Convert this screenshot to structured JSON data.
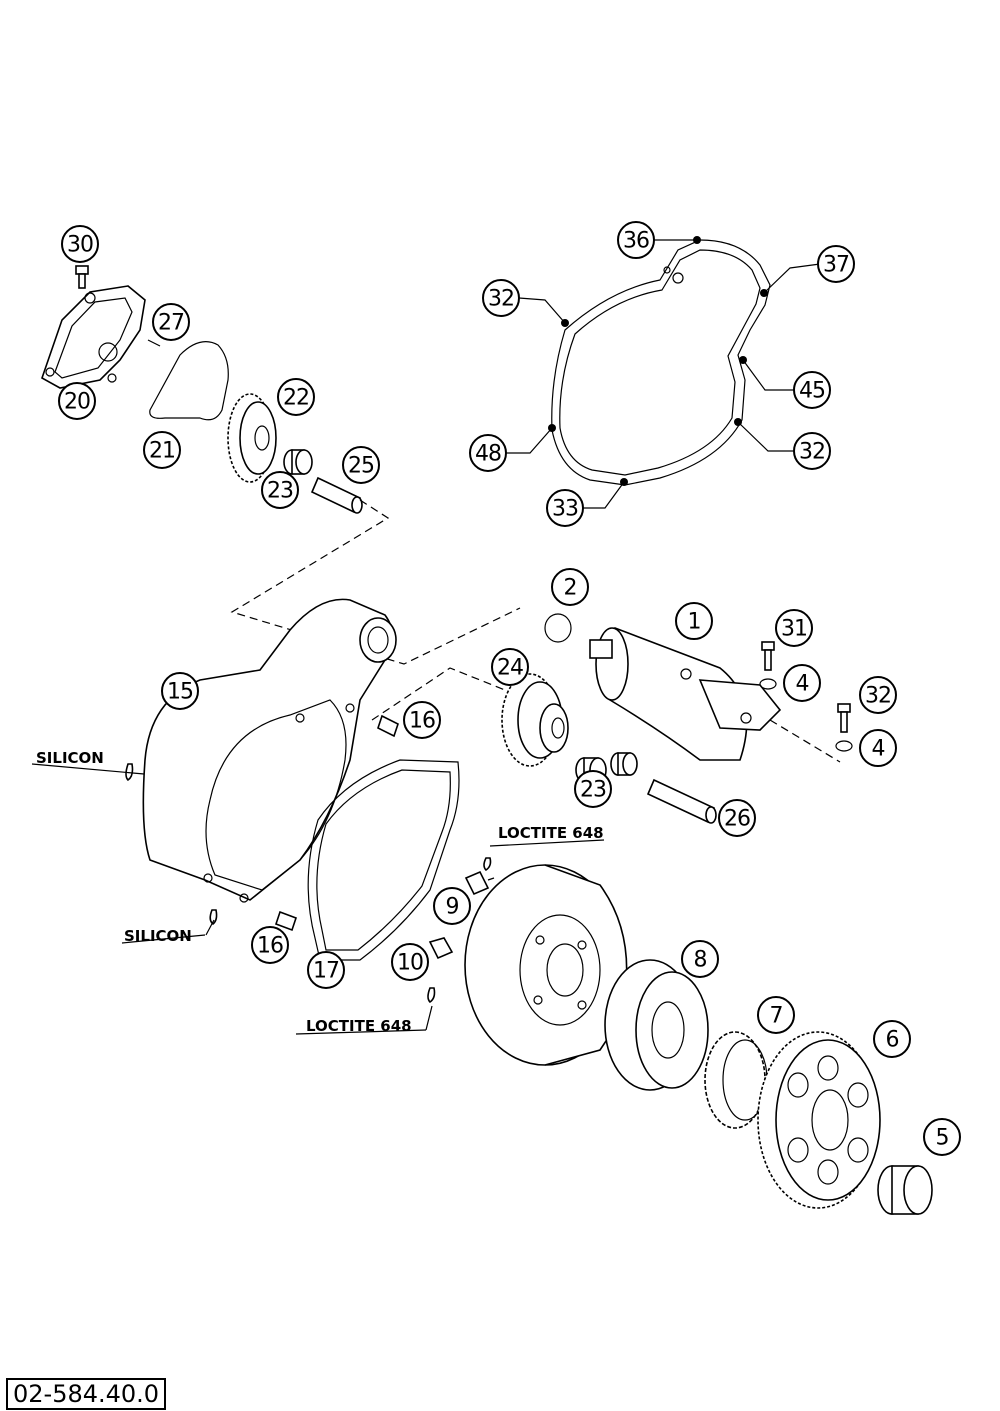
{
  "drawing_number": "02-584.40.0",
  "notes": {
    "silicon_top": "SILICON",
    "silicon_bottom": "SILICON",
    "loctite_top": "LOCTITE 648",
    "loctite_bottom": "LOCTITE 648"
  },
  "callouts": [
    {
      "id": "c30",
      "label": "30"
    },
    {
      "id": "c27",
      "label": "27"
    },
    {
      "id": "c20",
      "label": "20"
    },
    {
      "id": "c22",
      "label": "22"
    },
    {
      "id": "c21",
      "label": "21"
    },
    {
      "id": "c25",
      "label": "25"
    },
    {
      "id": "c23a",
      "label": "23"
    },
    {
      "id": "c36",
      "label": "36"
    },
    {
      "id": "c37",
      "label": "37"
    },
    {
      "id": "c32a",
      "label": "32"
    },
    {
      "id": "c45",
      "label": "45"
    },
    {
      "id": "c48",
      "label": "48"
    },
    {
      "id": "c32b",
      "label": "32"
    },
    {
      "id": "c33",
      "label": "33"
    },
    {
      "id": "c2",
      "label": "2"
    },
    {
      "id": "c1",
      "label": "1"
    },
    {
      "id": "c31",
      "label": "31"
    },
    {
      "id": "c4a",
      "label": "4"
    },
    {
      "id": "c32c",
      "label": "32"
    },
    {
      "id": "c4b",
      "label": "4"
    },
    {
      "id": "c24",
      "label": "24"
    },
    {
      "id": "c15",
      "label": "15"
    },
    {
      "id": "c16a",
      "label": "16"
    },
    {
      "id": "c23b",
      "label": "23"
    },
    {
      "id": "c26",
      "label": "26"
    },
    {
      "id": "c9",
      "label": "9"
    },
    {
      "id": "c16b",
      "label": "16"
    },
    {
      "id": "c10",
      "label": "10"
    },
    {
      "id": "c17",
      "label": "17"
    },
    {
      "id": "c8",
      "label": "8"
    },
    {
      "id": "c7",
      "label": "7"
    },
    {
      "id": "c6",
      "label": "6"
    },
    {
      "id": "c5",
      "label": "5"
    }
  ]
}
